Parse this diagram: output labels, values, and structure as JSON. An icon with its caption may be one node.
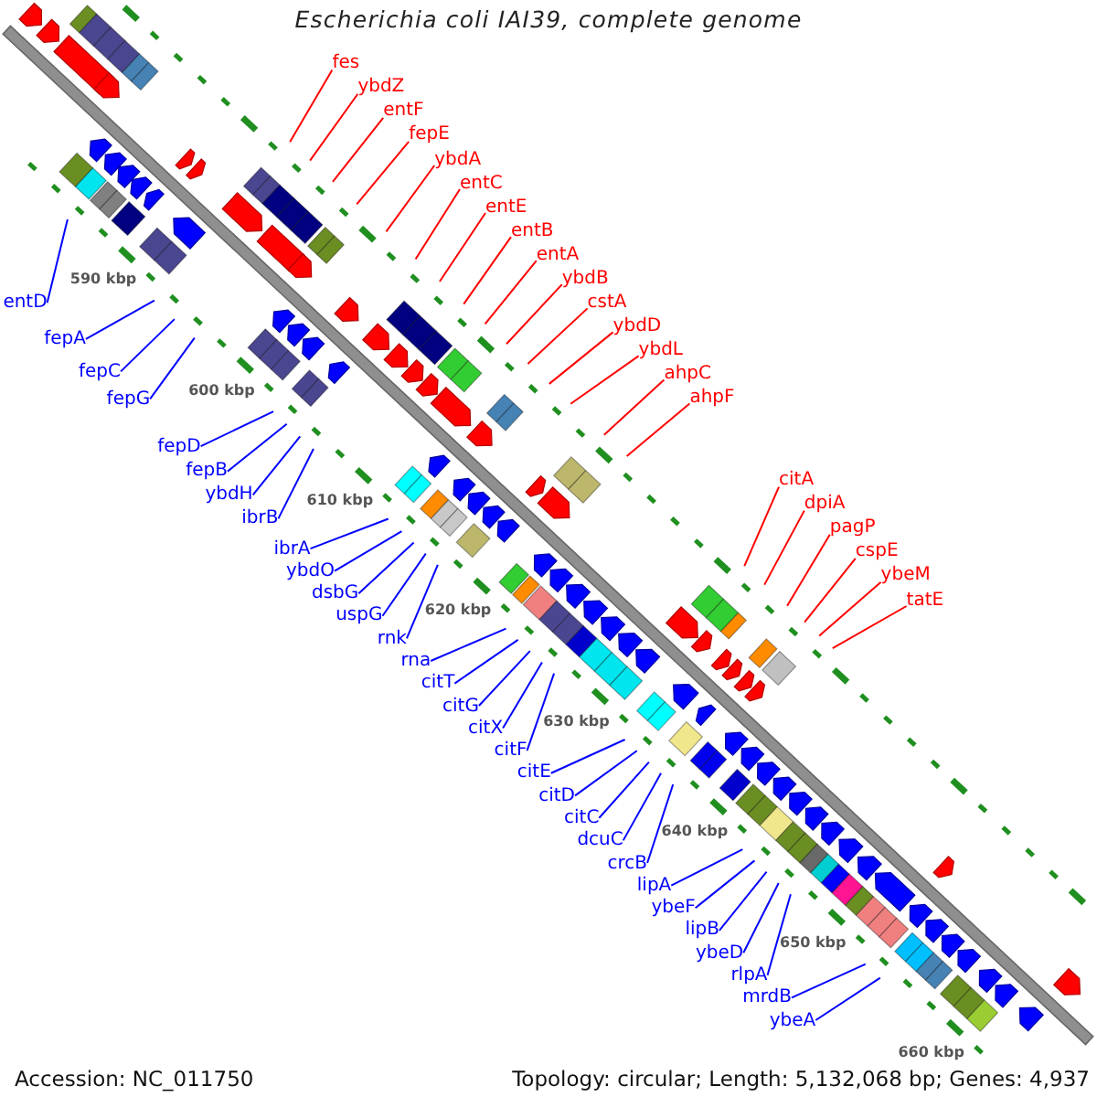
{
  "diagram": {
    "title": "Escherichia coli IAI39, complete genome",
    "nodes": [
      {
        "text": [
          "fes"
        ]
      },
      {
        "text": [
          "ybdZ"
        ]
      },
      {
        "text": [
          "entF"
        ]
      },
      {
        "text": [
          "fepE"
        ]
      },
      {
        "text": [
          "ybdA"
        ]
      },
      {
        "text": [
          "entC"
        ]
      },
      {
        "text": [
          "entE"
        ]
      },
      {
        "text": [
          "entB"
        ]
      },
      {
        "text": [
          "entA"
        ]
      },
      {
        "text": [
          "ybdB"
        ]
      },
      {
        "text": [
          "cstA"
        ]
      },
      {
        "text": [
          "ybdD"
        ]
      },
      {
        "text": [
          "ybdL"
        ]
      },
      {
        "text": [
          "ahpC"
        ]
      },
      {
        "text": [
          "ahpF"
        ]
      },
      {
        "text": [
          "citA"
        ]
      },
      {
        "text": [
          "dpiA"
        ]
      },
      {
        "text": [
          "pagP"
        ]
      },
      {
        "text": [
          "cspE"
        ]
      },
      {
        "text": [
          "ybeM"
        ]
      },
      {
        "text": [
          "tatE"
        ]
      },
      {
        "text": [
          "entD"
        ]
      },
      {
        "text": [
          "fepA"
        ]
      },
      {
        "text": [
          "fepC"
        ]
      },
      {
        "text": [
          "fepG"
        ]
      },
      {
        "text": [
          "fepD"
        ]
      },
      {
        "text": [
          "fepB"
        ]
      },
      {
        "text": [
          "ybdH"
        ]
      },
      {
        "text": [
          "ibrB"
        ]
      },
      {
        "text": [
          "ibrA"
        ]
      },
      {
        "text": [
          "ybdO"
        ]
      },
      {
        "text": [
          "dsbG"
        ]
      },
      {
        "text": [
          "uspG"
        ]
      },
      {
        "text": [
          "rnk"
        ]
      },
      {
        "text": [
          "rna"
        ]
      },
      {
        "text": [
          "citT"
        ]
      },
      {
        "text": [
          "citG"
        ]
      },
      {
        "text": [
          "citX"
        ]
      },
      {
        "text": [
          "citF"
        ]
      },
      {
        "text": [
          "citE"
        ]
      },
      {
        "text": [
          "citD"
        ]
      },
      {
        "text": [
          "citC"
        ]
      },
      {
        "text": [
          "dcuC"
        ]
      },
      {
        "text": [
          "crcB"
        ]
      },
      {
        "text": [
          "lipA"
        ]
      },
      {
        "text": [
          "ybeF"
        ]
      },
      {
        "text": [
          "lipB"
        ]
      },
      {
        "text": [
          "ybeD"
        ]
      },
      {
        "text": [
          "rlpA"
        ]
      },
      {
        "text": [
          "mrdB"
        ]
      },
      {
        "text": [
          "ybeA"
        ]
      }
    ],
    "edges": [
      {
        "from": 0,
        "to": null,
        "arrow": "none",
        "color": "#ff0000"
      },
      {
        "from": 1,
        "to": null,
        "arrow": "none",
        "color": "#ff0000"
      },
      {
        "from": 2,
        "to": null,
        "arrow": "none",
        "color": "#ff0000"
      },
      {
        "from": 3,
        "to": null,
        "arrow": "none",
        "color": "#ff0000"
      },
      {
        "from": 4,
        "to": null,
        "arrow": "none",
        "color": "#ff0000"
      },
      {
        "from": 5,
        "to": null,
        "arrow": "none",
        "color": "#ff0000"
      },
      {
        "from": 6,
        "to": null,
        "arrow": "none",
        "color": "#ff0000"
      },
      {
        "from": 7,
        "to": null,
        "arrow": "none",
        "color": "#ff0000"
      },
      {
        "from": 8,
        "to": null,
        "arrow": "none",
        "color": "#ff0000"
      },
      {
        "from": 9,
        "to": null,
        "arrow": "none",
        "color": "#ff0000"
      },
      {
        "from": 10,
        "to": null,
        "arrow": "none",
        "color": "#ff0000"
      },
      {
        "from": 11,
        "to": null,
        "arrow": "none",
        "color": "#ff0000"
      },
      {
        "from": 12,
        "to": null,
        "arrow": "none",
        "color": "#ff0000"
      },
      {
        "from": 13,
        "to": null,
        "arrow": "none",
        "color": "#ff0000"
      },
      {
        "from": 14,
        "to": null,
        "arrow": "none",
        "color": "#ff0000"
      },
      {
        "from": 15,
        "to": null,
        "arrow": "none",
        "color": "#ff0000"
      },
      {
        "from": 16,
        "to": null,
        "arrow": "none",
        "color": "#ff0000"
      },
      {
        "from": 17,
        "to": null,
        "arrow": "none",
        "color": "#ff0000"
      },
      {
        "from": 18,
        "to": null,
        "arrow": "none",
        "color": "#ff0000"
      },
      {
        "from": 19,
        "to": null,
        "arrow": "none",
        "color": "#ff0000"
      },
      {
        "from": 20,
        "to": null,
        "arrow": "none",
        "color": "#ff0000"
      },
      {
        "from": 21,
        "to": null,
        "arrow": "none"
      },
      {
        "from": 22,
        "to": null,
        "arrow": "none"
      },
      {
        "from": 23,
        "to": null,
        "arrow": "none"
      },
      {
        "from": 24,
        "to": null,
        "arrow": "none"
      },
      {
        "from": 25,
        "to": null,
        "arrow": "none"
      },
      {
        "from": 26,
        "to": null,
        "arrow": "none"
      },
      {
        "from": 27,
        "to": null,
        "arrow": "none"
      },
      {
        "from": 28,
        "to": null,
        "arrow": "none"
      },
      {
        "from": 29,
        "to": null,
        "arrow": "none"
      },
      {
        "from": 30,
        "to": null,
        "arrow": "none"
      },
      {
        "from": 31,
        "to": null,
        "arrow": "none"
      },
      {
        "from": 32,
        "to": null,
        "arrow": "none"
      },
      {
        "from": 33,
        "to": null,
        "arrow": "none"
      },
      {
        "from": 34,
        "to": null,
        "arrow": "none"
      },
      {
        "from": 35,
        "to": null,
        "arrow": "none"
      },
      {
        "from": 36,
        "to": null,
        "arrow": "none"
      },
      {
        "from": 37,
        "to": null,
        "arrow": "none"
      },
      {
        "from": 38,
        "to": null,
        "arrow": "none"
      },
      {
        "from": 39,
        "to": null,
        "arrow": "none"
      },
      {
        "from": 40,
        "to": null,
        "arrow": "none"
      },
      {
        "from": 41,
        "to": null,
        "arrow": "none"
      },
      {
        "from": 42,
        "to": null,
        "arrow": "none"
      },
      {
        "from": 43,
        "to": null,
        "arrow": "none"
      },
      {
        "from": 44,
        "to": null,
        "arrow": "none"
      },
      {
        "from": 45,
        "to": null,
        "arrow": "none"
      },
      {
        "from": 46,
        "to": null,
        "arrow": "none"
      },
      {
        "from": 47,
        "to": null,
        "arrow": "none"
      },
      {
        "from": 48,
        "to": null,
        "arrow": "none"
      },
      {
        "from": 49,
        "to": null,
        "arrow": "none"
      },
      {
        "from": 50,
        "to": null,
        "arrow": "none"
      }
    ],
    "labels": [
      "590 kbp",
      "600 kbp",
      "610 kbp",
      "620 kbp",
      "630 kbp",
      "640 kbp",
      "650 kbp",
      "660 kbp",
      "Accession: NC_011750",
      "Topology: circular; Length: 5,132,068 bp; Genes: 4,937"
    ]
  }
}
